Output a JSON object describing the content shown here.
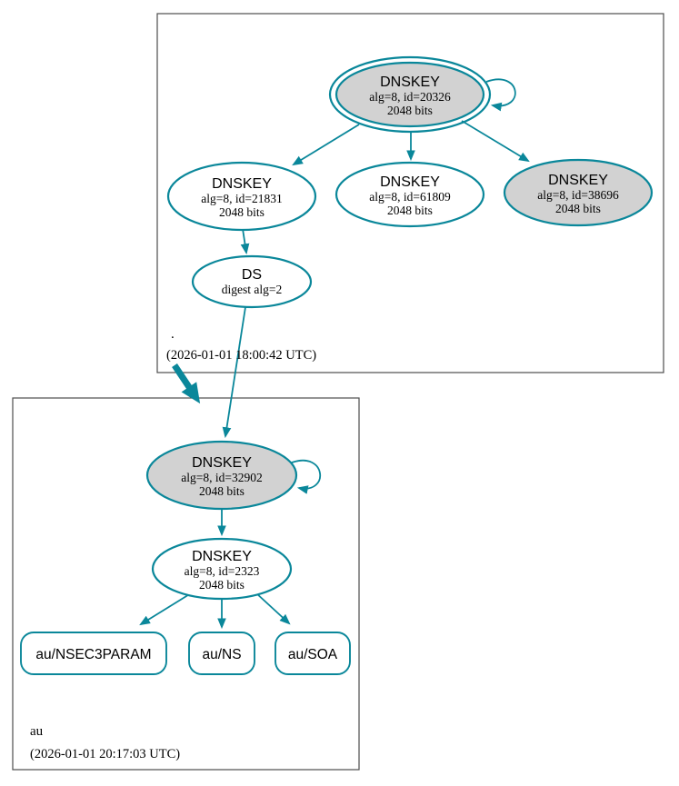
{
  "diagram_type": "dnssec-authentication-chain",
  "colors": {
    "secure_edge": "#0a879a",
    "ksk_fill": "#d2d2d2",
    "node_fill": "#ffffff",
    "cluster_border": "#4d4d4d",
    "text": "#000000"
  },
  "zones": [
    {
      "name": ".",
      "timestamp": "(2026-01-01 18:00:42 UTC)",
      "nodes": {
        "ksk": {
          "title": "DNSKEY",
          "detail": "alg=8, id=20326",
          "bits": "2048 bits"
        },
        "zsk1": {
          "title": "DNSKEY",
          "detail": "alg=8, id=21831",
          "bits": "2048 bits"
        },
        "zsk2": {
          "title": "DNSKEY",
          "detail": "alg=8, id=61809",
          "bits": "2048 bits"
        },
        "key3": {
          "title": "DNSKEY",
          "detail": "alg=8, id=38696",
          "bits": "2048 bits"
        },
        "ds": {
          "title": "DS",
          "detail": "digest alg=2"
        }
      }
    },
    {
      "name": "au",
      "timestamp": "(2026-01-01 20:17:03 UTC)",
      "nodes": {
        "ksk": {
          "title": "DNSKEY",
          "detail": "alg=8, id=32902",
          "bits": "2048 bits"
        },
        "zsk": {
          "title": "DNSKEY",
          "detail": "alg=8, id=2323",
          "bits": "2048 bits"
        },
        "rrsets": [
          {
            "label": "au/NSEC3PARAM"
          },
          {
            "label": "au/NS"
          },
          {
            "label": "au/SOA"
          }
        ]
      }
    }
  ]
}
